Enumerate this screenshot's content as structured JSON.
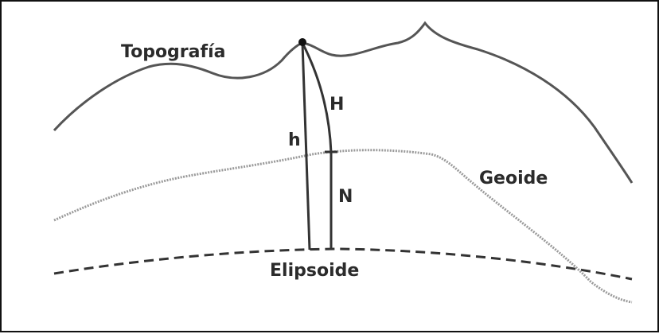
{
  "diagram": {
    "labels": {
      "topography": "Topografía",
      "geoid": "Geoide",
      "ellipsoid": "Elipsoide",
      "ellipsoidal_height": "h",
      "orthometric_height": "H",
      "geoid_undulation": "N"
    },
    "colors": {
      "topography_line": "#555555",
      "geoid_line": "#9a9a9a",
      "ellipsoid_line": "#333333",
      "height_lines": "#333333",
      "point": "#111111",
      "border": "#111111"
    }
  }
}
